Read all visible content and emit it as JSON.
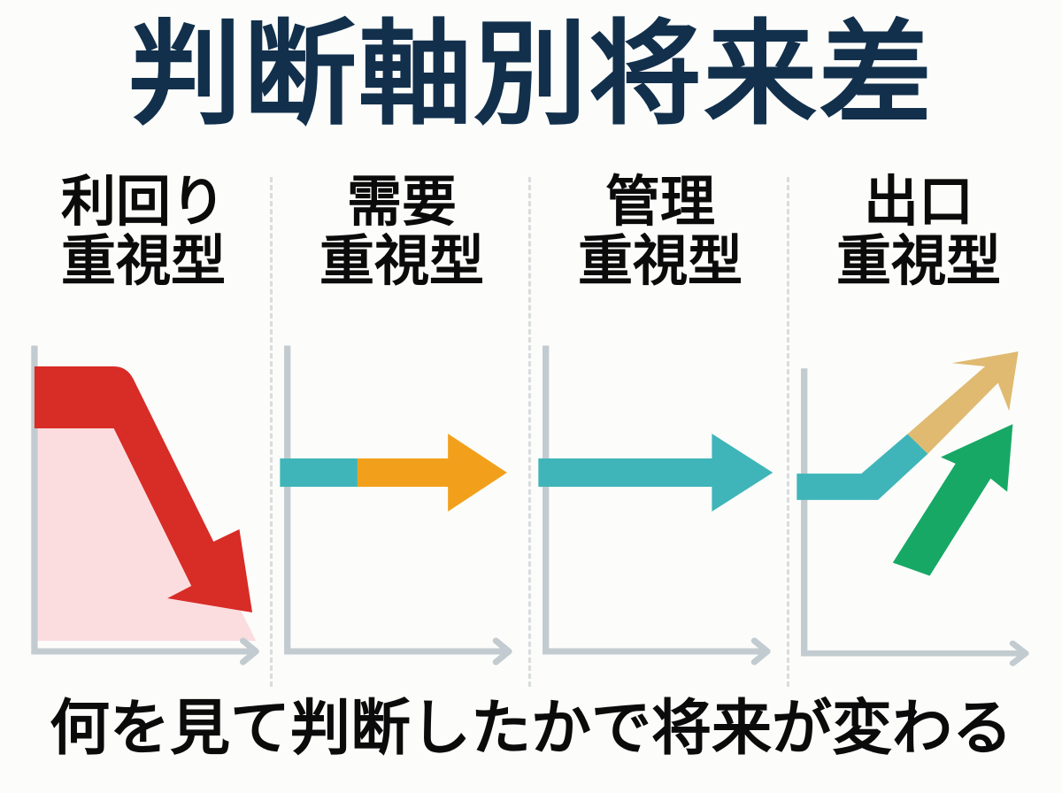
{
  "title": "判断軸別将来差",
  "caption": "何を見て判断したかで将来が変わる",
  "colors": {
    "title": "#12304c",
    "heading": "#0b0b0b",
    "background": "#fcfcfa",
    "axis": "#c2cbd0",
    "divider": "#d8dcdd",
    "red": "#d82c26",
    "red_fill": "#fbdde0",
    "teal": "#3fb5b9",
    "orange": "#f2a01c",
    "gold": "#dfba70",
    "green": "#17a866"
  },
  "columns": [
    {
      "head_line1": "利回り",
      "head_line2": "重視型",
      "trend": "down",
      "trend_label": "declining-red-arrow",
      "arrow_colors": [
        "#d82c26"
      ],
      "area_fill": "#fbdde0"
    },
    {
      "head_line1": "需要",
      "head_line2": "重視型",
      "trend": "flat-short",
      "trend_label": "short-teal-to-orange-arrow",
      "arrow_colors": [
        "#3fb5b9",
        "#f2a01c"
      ],
      "area_fill": "none"
    },
    {
      "head_line1": "管理",
      "head_line2": "重視型",
      "trend": "flat-long",
      "trend_label": "long-teal-arrow",
      "arrow_colors": [
        "#3fb5b9"
      ],
      "area_fill": "none"
    },
    {
      "head_line1": "出口",
      "head_line2": "重視型",
      "trend": "up",
      "trend_label": "teal-to-gold-rising-arrow-with-green-arrow",
      "arrow_colors": [
        "#3fb5b9",
        "#dfba70",
        "#17a866"
      ],
      "area_fill": "none"
    }
  ],
  "chart_data": {
    "type": "line",
    "title": "判断軸別将来差",
    "subtitle": "何を見て判断したかで将来が変わる",
    "xlabel": "",
    "ylabel": "",
    "grid": false,
    "legend": "none",
    "note": "Four side-by-side schematic trend panels; each has an L-shaped light-gray axis with an arrowhead on the x-axis. Values are schematic (0-100 relative scale), not numerically labeled in the figure.",
    "categories": [
      "利回り重視型",
      "需要重視型",
      "管理重視型",
      "出口重視型"
    ],
    "series": [
      {
        "name": "利回り重視型",
        "trend": "down",
        "color": "#d82c26",
        "x": [
          0,
          38,
          100
        ],
        "values": [
          88,
          88,
          8
        ],
        "area_fill": "#fbdde0",
        "arrowhead": "end-down-right"
      },
      {
        "name": "需要重視型",
        "trend": "flat-truncated",
        "color": "#3fb5b9",
        "segment2_color": "#f2a01c",
        "x": [
          0,
          36,
          88
        ],
        "values": [
          50,
          50,
          50
        ],
        "arrowhead": "end-right"
      },
      {
        "name": "管理重視型",
        "trend": "flat-full",
        "color": "#3fb5b9",
        "x": [
          0,
          100
        ],
        "values": [
          50,
          50
        ],
        "arrowhead": "end-right"
      },
      {
        "name": "出口重視型",
        "trend": "up",
        "color": "#3fb5b9",
        "segment2_color": "#dfba70",
        "x": [
          0,
          30,
          100
        ],
        "values": [
          50,
          50,
          98
        ],
        "arrowhead": "end-up-right"
      },
      {
        "name": "出口重視型（第二矢印）",
        "trend": "up",
        "color": "#17a866",
        "x": [
          38,
          100
        ],
        "values": [
          18,
          78
        ],
        "arrowhead": "end-up-right"
      }
    ]
  }
}
